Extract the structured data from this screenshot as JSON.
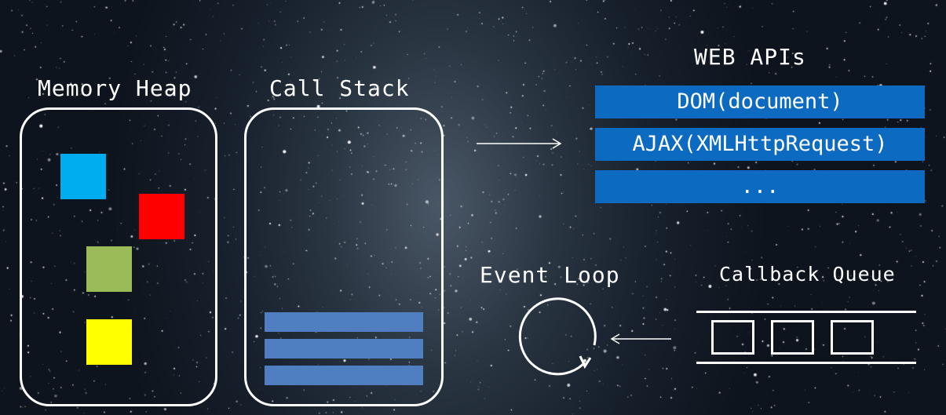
{
  "heap": {
    "title": "Memory Heap",
    "blocks": [
      {
        "color": "#00adef"
      },
      {
        "color": "#ff0000"
      },
      {
        "color": "#9bbb59"
      },
      {
        "color": "#ffff00"
      }
    ]
  },
  "stack": {
    "title": "Call Stack",
    "frame_color": "#4f7fc1"
  },
  "web_apis": {
    "title": "WEB APIs",
    "items": [
      "DOM(document)",
      "AJAX(XMLHttpRequest)",
      "..."
    ],
    "bar_color": "#0c6bc0"
  },
  "event_loop": {
    "title": "Event Loop"
  },
  "callback_queue": {
    "title": "Callback Queue"
  }
}
